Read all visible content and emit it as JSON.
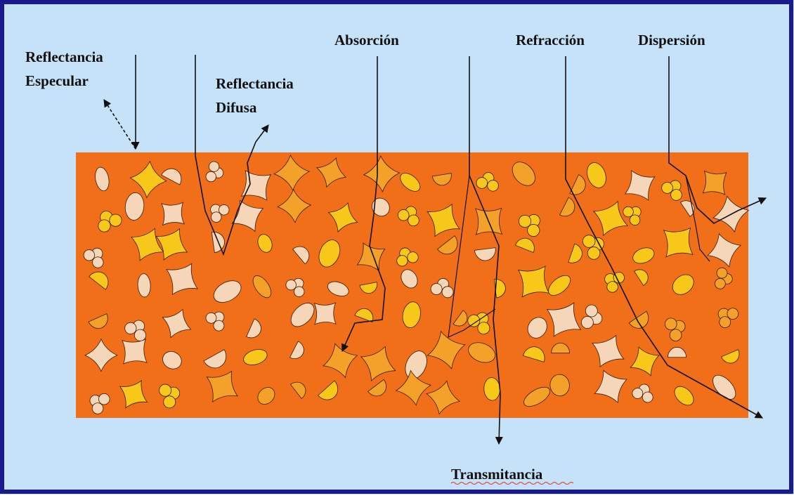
{
  "labels": {
    "reflectancia_especular_1": "Reflectancia",
    "reflectancia_especular_2": "Especular",
    "reflectancia_difusa_1": "Reflectancia",
    "reflectancia_difusa_2": "Difusa",
    "absorcion": "Absorción",
    "refraccion": "Refracción",
    "dispersion": "Dispersión",
    "transmitancia": "Transmitancia"
  },
  "colors": {
    "background": "#c6e2f8",
    "frame": "#1a1a8c",
    "medium": "#f26f1a",
    "particle_peach": "#f6d6b8",
    "particle_yellow": "#f7c81a",
    "particle_orange": "#f4a12a",
    "ray": "#111111"
  }
}
